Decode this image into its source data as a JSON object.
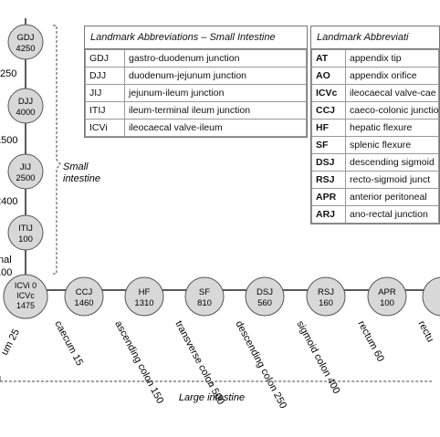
{
  "small_intestine_nodes": [
    {
      "code": "GDJ",
      "value": "4250",
      "segment_label": "250"
    },
    {
      "code": "DJJ",
      "value": "4000",
      "segment_label": "1500"
    },
    {
      "code": "JIJ",
      "value": "2500",
      "segment_label": "2400"
    },
    {
      "code": "ITIJ",
      "value": "100",
      "segment_label": "100"
    }
  ],
  "junction_node": {
    "line1": "ICVi 0",
    "line2": "ICVc",
    "line3": "1475"
  },
  "large_intestine_nodes": [
    {
      "code": "CCJ",
      "value": "1460"
    },
    {
      "code": "HF",
      "value": "1310"
    },
    {
      "code": "SF",
      "value": "810"
    },
    {
      "code": "DSJ",
      "value": "560"
    },
    {
      "code": "RSJ",
      "value": "160"
    },
    {
      "code": "APR",
      "value": "100"
    }
  ],
  "segment_labels": [
    "caecum 15",
    "ascending colon 150",
    "transverse colon 500",
    "descending colon 250",
    "sigmoid colon 400",
    "rectum 60"
  ],
  "clipped_labels": {
    "left_bottom": "um 25",
    "left_mid": "nal",
    "right_bottom": "rectu"
  },
  "labels": {
    "small_intestine": [
      "Small",
      "intestine"
    ],
    "large_intestine": "Large intestine"
  },
  "small_legend": {
    "title": "Landmark Abbreviations – Small Intestine",
    "rows": [
      {
        "code": "GDJ",
        "name": "gastro-duodenum junction"
      },
      {
        "code": "DJJ",
        "name": "duodenum-jejunum junction"
      },
      {
        "code": "JIJ",
        "name": "jejunum-ileum junction"
      },
      {
        "code": "ITIJ",
        "name": "ileum-terminal ileum junction"
      },
      {
        "code": "ICVi",
        "name": "ileocaecal valve-ileum"
      }
    ]
  },
  "large_legend": {
    "title": "Landmark Abbreviati",
    "rows": [
      {
        "code": "AT",
        "name": "appendix tip"
      },
      {
        "code": "AO",
        "name": "appendix orifice"
      },
      {
        "code": "ICVc",
        "name": "ileocaecal valve-cae"
      },
      {
        "code": "CCJ",
        "name": "caeco-colonic junctio"
      },
      {
        "code": "HF",
        "name": "hepatic flexure"
      },
      {
        "code": "SF",
        "name": "splenic flexure"
      },
      {
        "code": "DSJ",
        "name": "descending sigmoid"
      },
      {
        "code": "RSJ",
        "name": "recto-sigmoid junct"
      },
      {
        "code": "APR",
        "name": "anterior peritoneal"
      },
      {
        "code": "ARJ",
        "name": "ano-rectal junction"
      }
    ]
  },
  "colors": {
    "node_fill": "#d8d8d8",
    "node_stroke": "#555555",
    "line": "#222222"
  }
}
